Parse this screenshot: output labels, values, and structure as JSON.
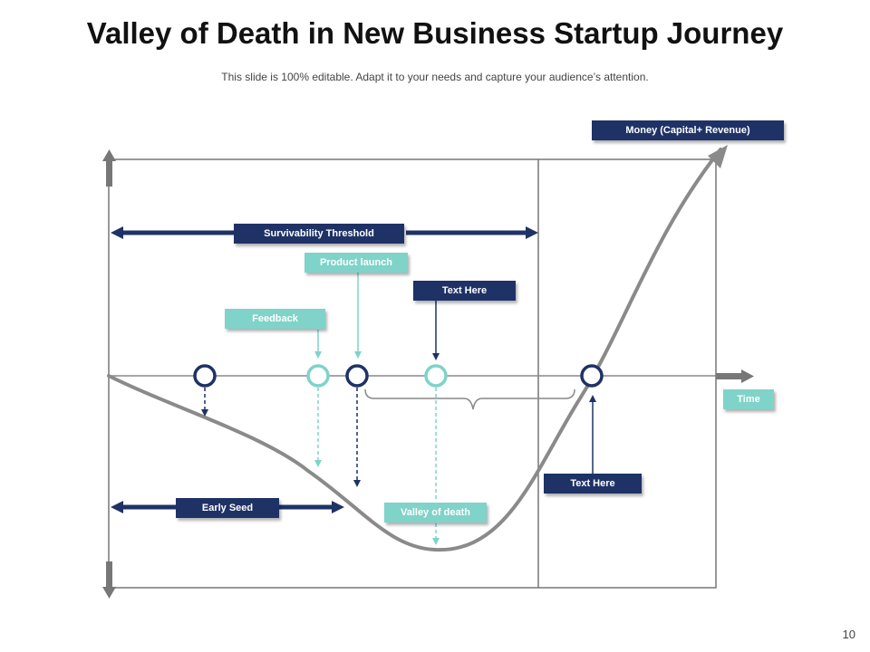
{
  "slide": {
    "title": "Valley of Death in New Business Startup Journey",
    "subtitle": "This slide is 100% editable. Adapt it to your needs and capture your audience’s attention.",
    "page_number": "10"
  },
  "colors": {
    "navy": "#1f3266",
    "teal": "#7fd3c9",
    "curve_gray": "#8a8a8a",
    "frame_gray": "#777777"
  },
  "diagram": {
    "y_axis_label": "Money (Capital+ Revenue)",
    "x_axis_label": "Time",
    "survivability_threshold": "Survivability  Threshold",
    "product_launch": "Product launch",
    "text_here_top": "Text Here",
    "feedback": "Feedback",
    "early_seed": "Early  Seed",
    "valley_of_death": "Valley of death",
    "text_here_bottom": "Text Here"
  }
}
